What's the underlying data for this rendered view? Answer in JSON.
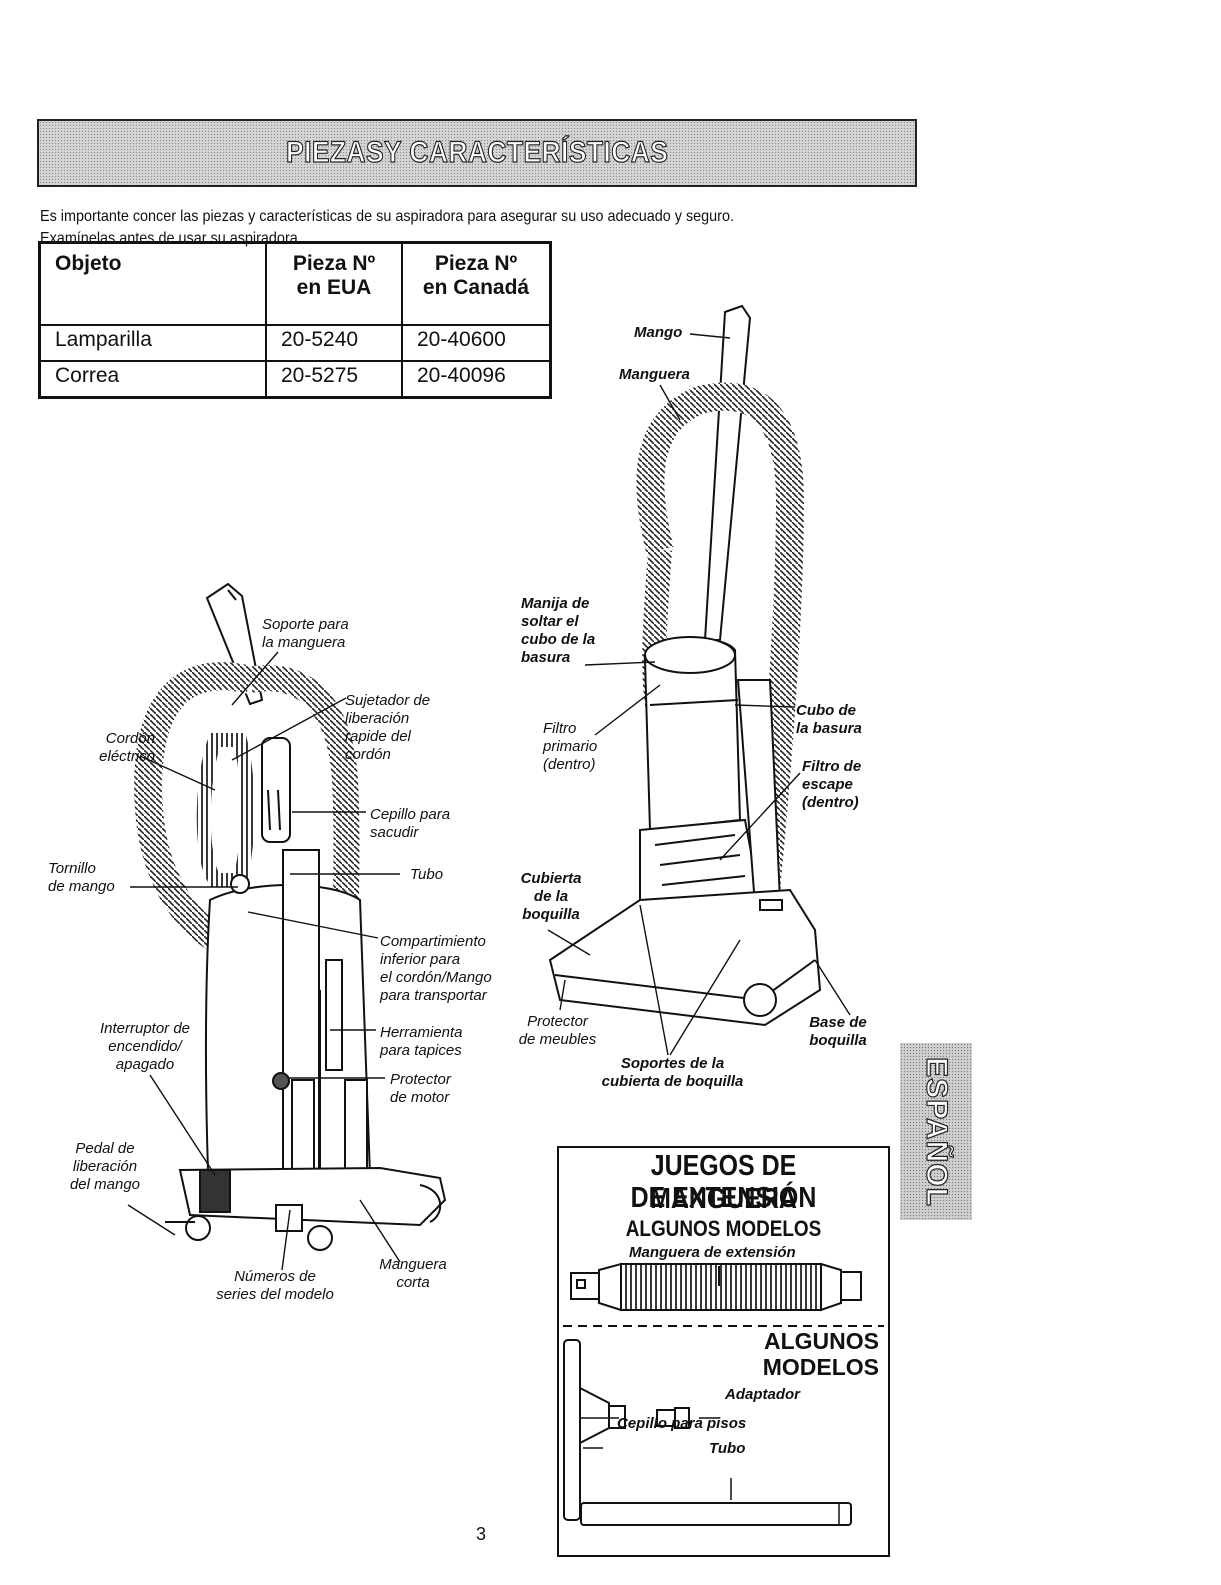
{
  "header": {
    "title": "PIEZASY CARACTERÍSTICAS"
  },
  "intro": {
    "line1": "Es importante concer las piezas y características de su aspiradora para asegurar su uso adecuado y seguro.",
    "line2": "Examínelas antes de usar su aspiradora."
  },
  "table": {
    "headers": {
      "object": "Objeto",
      "us_line1": "Pieza Nº",
      "us_line2": "en EUA",
      "ca_line1": "Pieza Nº",
      "ca_line2": "en Canadá"
    },
    "rows": [
      {
        "object": "Lamparilla",
        "us": "20-5240",
        "ca": "20-40600"
      },
      {
        "object": "Correa",
        "us": "20-5275",
        "ca": "20-40096"
      }
    ]
  },
  "left_labels": {
    "soporte": [
      "Soporte para",
      "la manguera"
    ],
    "sujetador": [
      "Sujetador de",
      "liberación",
      "rapide del",
      "cordón"
    ],
    "cordon": [
      "Cordón",
      "eléctrico"
    ],
    "cepillo": [
      "Cepillo para",
      "sacudir"
    ],
    "tornillo": [
      "Tornillo",
      "de mango"
    ],
    "tubo": "Tubo",
    "compartimiento": [
      "Compartimiento",
      "inferior para",
      "el cordón/Mango",
      "para transportar"
    ],
    "interruptor": [
      "Interruptor de",
      "encendido/",
      "apagado"
    ],
    "herramienta": [
      "Herramienta",
      "para tapices"
    ],
    "protector_motor": [
      "Protector",
      "de motor"
    ],
    "pedal": [
      "Pedal de",
      "liberación",
      "del mango"
    ],
    "numeros": [
      "Números de",
      "series del modelo"
    ],
    "manguera_corta": [
      "Manguera",
      "corta"
    ]
  },
  "right_labels": {
    "mango": "Mango",
    "manguera": "Manguera",
    "manija": [
      "Manija de",
      "soltar el",
      "cubo de la",
      "basura"
    ],
    "filtro_primario": [
      "Filtro",
      "primario",
      "(dentro)"
    ],
    "cubo": [
      "Cubo de",
      "la basura"
    ],
    "filtro_escape": [
      "Filtro de",
      "escape",
      "(dentro)"
    ],
    "cubierta": [
      "Cubierta",
      "de la",
      "boquilla"
    ],
    "protector_muebles": [
      "Protector",
      "de meubles"
    ],
    "soportes": [
      "Soportes de la",
      "cubierta de boquilla"
    ],
    "base": [
      "Base de",
      "boquilla"
    ]
  },
  "hose_box": {
    "title_line1": "JUEGOS DE MANGUERA",
    "title_line2": "DE EXTENSIÓN",
    "subtitle": "ALGUNOS MODELOS",
    "hose_label": "Manguera de extensión",
    "models_line1": "ALGUNOS",
    "models_line2": "MODELOS",
    "adaptador": "Adaptador",
    "cepillo_pisos": "Cepillo para pisos",
    "tubo": "Tubo"
  },
  "side_tab": {
    "text": "ESPAÑOL"
  },
  "page_number": "3"
}
